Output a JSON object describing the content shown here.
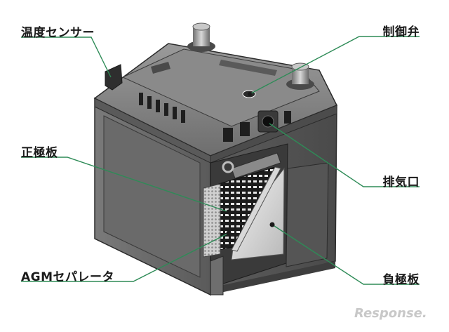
{
  "labels": {
    "temp_sensor": "温度センサー",
    "control_valve": "制御弁",
    "positive_plate": "正極板",
    "vent": "排気口",
    "agm_separator": "AGMセパレータ",
    "negative_plate": "負極板"
  },
  "watermark": "Response.",
  "colors": {
    "leader_line": "#2e8b57",
    "case_dark": "#4a4a4a",
    "case_mid": "#6b6b6b",
    "case_light": "#8c8c8c"
  }
}
